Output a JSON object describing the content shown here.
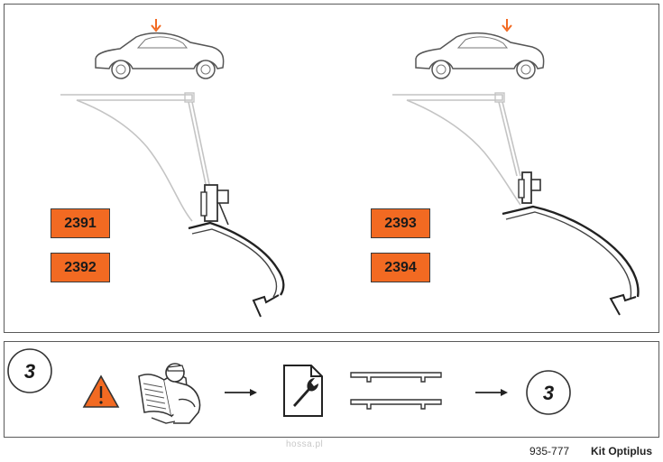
{
  "kits": [
    {
      "codes": [
        "2391",
        "2392"
      ]
    },
    {
      "codes": [
        "2393",
        "2394"
      ]
    }
  ],
  "step": {
    "number": "3",
    "next_number": "3"
  },
  "icons": [
    "warning-icon",
    "read-instructions-icon",
    "arrow-right-icon",
    "tool-document-icon",
    "roof-bars-icon",
    "step-next-icon"
  ],
  "colors": {
    "accent": "#f26a22",
    "line": "#333333",
    "ghost": "#c4c4c4"
  },
  "footer": {
    "watermark": "hossa.pl",
    "part_number": "935-777",
    "kit_name": "Kit Optiplus"
  }
}
